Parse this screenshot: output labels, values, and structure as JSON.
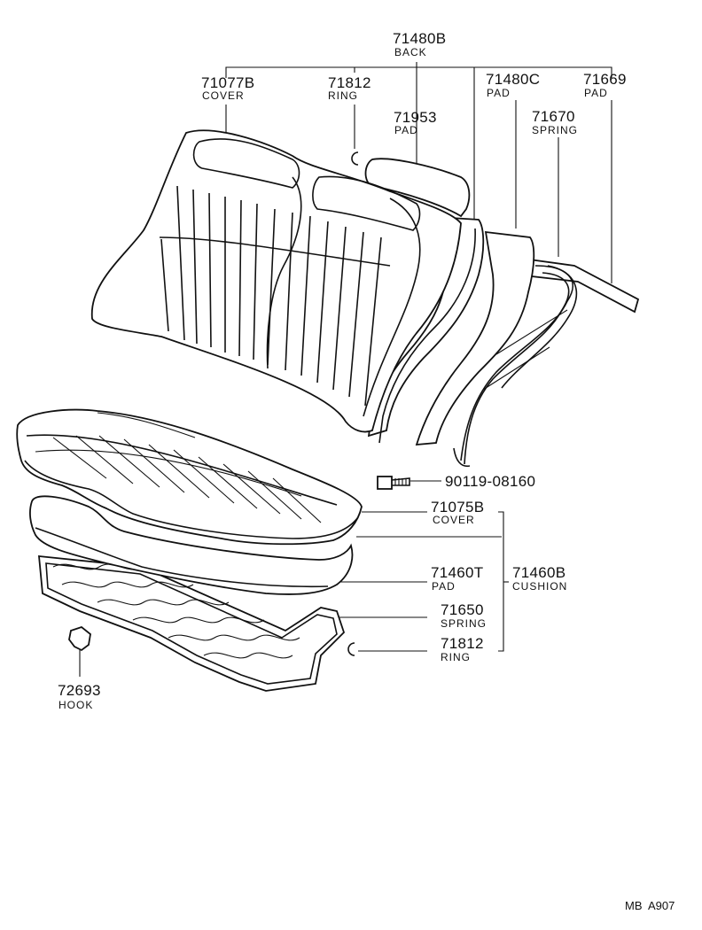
{
  "callouts": {
    "back": {
      "part": "71480B",
      "name": "BACK"
    },
    "back_cover": {
      "part": "71077B",
      "name": "COVER"
    },
    "back_ring": {
      "part": "71812",
      "name": "RING"
    },
    "back_pad_top": {
      "part": "71953",
      "name": "PAD"
    },
    "back_pad_c": {
      "part": "71480C",
      "name": "PAD"
    },
    "back_pad_r": {
      "part": "71669",
      "name": "PAD"
    },
    "back_spring": {
      "part": "71670",
      "name": "SPRING"
    },
    "bolt": {
      "part": "90119-08160"
    },
    "cushion_cover": {
      "part": "71075B",
      "name": "COVER"
    },
    "cushion_pad": {
      "part": "71460T",
      "name": "PAD"
    },
    "cushion": {
      "part": "71460B",
      "name": "CUSHION"
    },
    "cushion_spring": {
      "part": "71650",
      "name": "SPRING"
    },
    "cushion_ring": {
      "part": "71812",
      "name": "RING"
    },
    "hook": {
      "part": "72693",
      "name": "HOOK"
    }
  },
  "drawing_code": "MB  A907"
}
